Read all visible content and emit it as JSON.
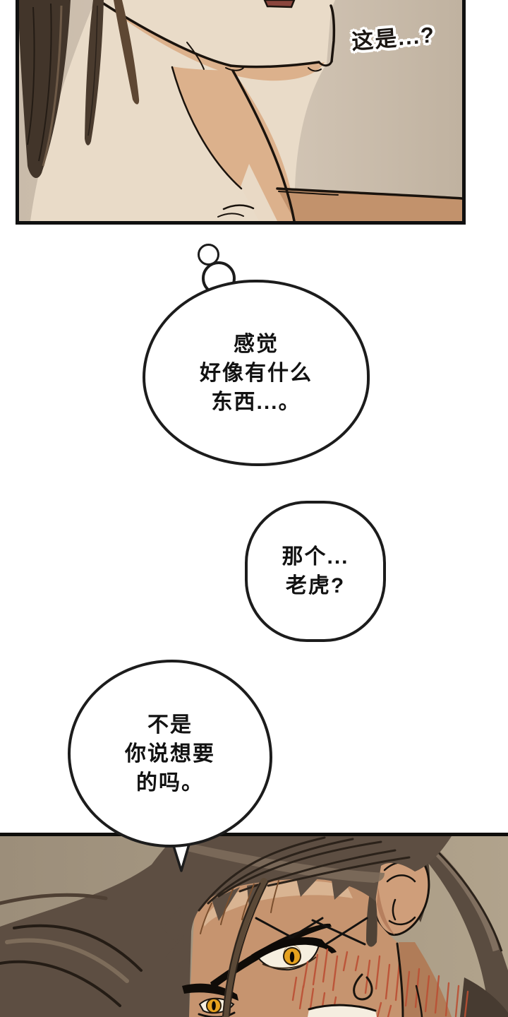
{
  "panel_top": {
    "caption": "这是...?"
  },
  "bubbles": {
    "b1": {
      "type": "thought",
      "lines": [
        "感觉",
        "好像有什么",
        "东西...。"
      ]
    },
    "b2": {
      "type": "speech",
      "lines": [
        "那个...",
        "老虎?"
      ]
    },
    "b3": {
      "type": "speech",
      "lines": [
        "不是",
        "你说想要",
        "的吗。"
      ]
    }
  },
  "colors": {
    "ink": "#171310",
    "page_bg": "#ffffff",
    "bubble_stroke": "#1c1c1c",
    "panel_top_bg": "#cdbfae",
    "skin_light": "#e9dbc8",
    "skin_shadow": "#dcb18c",
    "shoulder_tan": "#c2926c",
    "mouth_red": "#8a453c",
    "hair_top_panel": "#42352a",
    "panel_bottom_bg": "#a29480",
    "hair_bottom_panel": "#5d4e42",
    "face_skin": "#c6946f",
    "forehead_light": "#d9b492",
    "ear_skin": "#cf9e7a",
    "eye_white": "#f6efdf",
    "eye_amber": "#e6a21f",
    "blush_red": "#bb4f34"
  }
}
